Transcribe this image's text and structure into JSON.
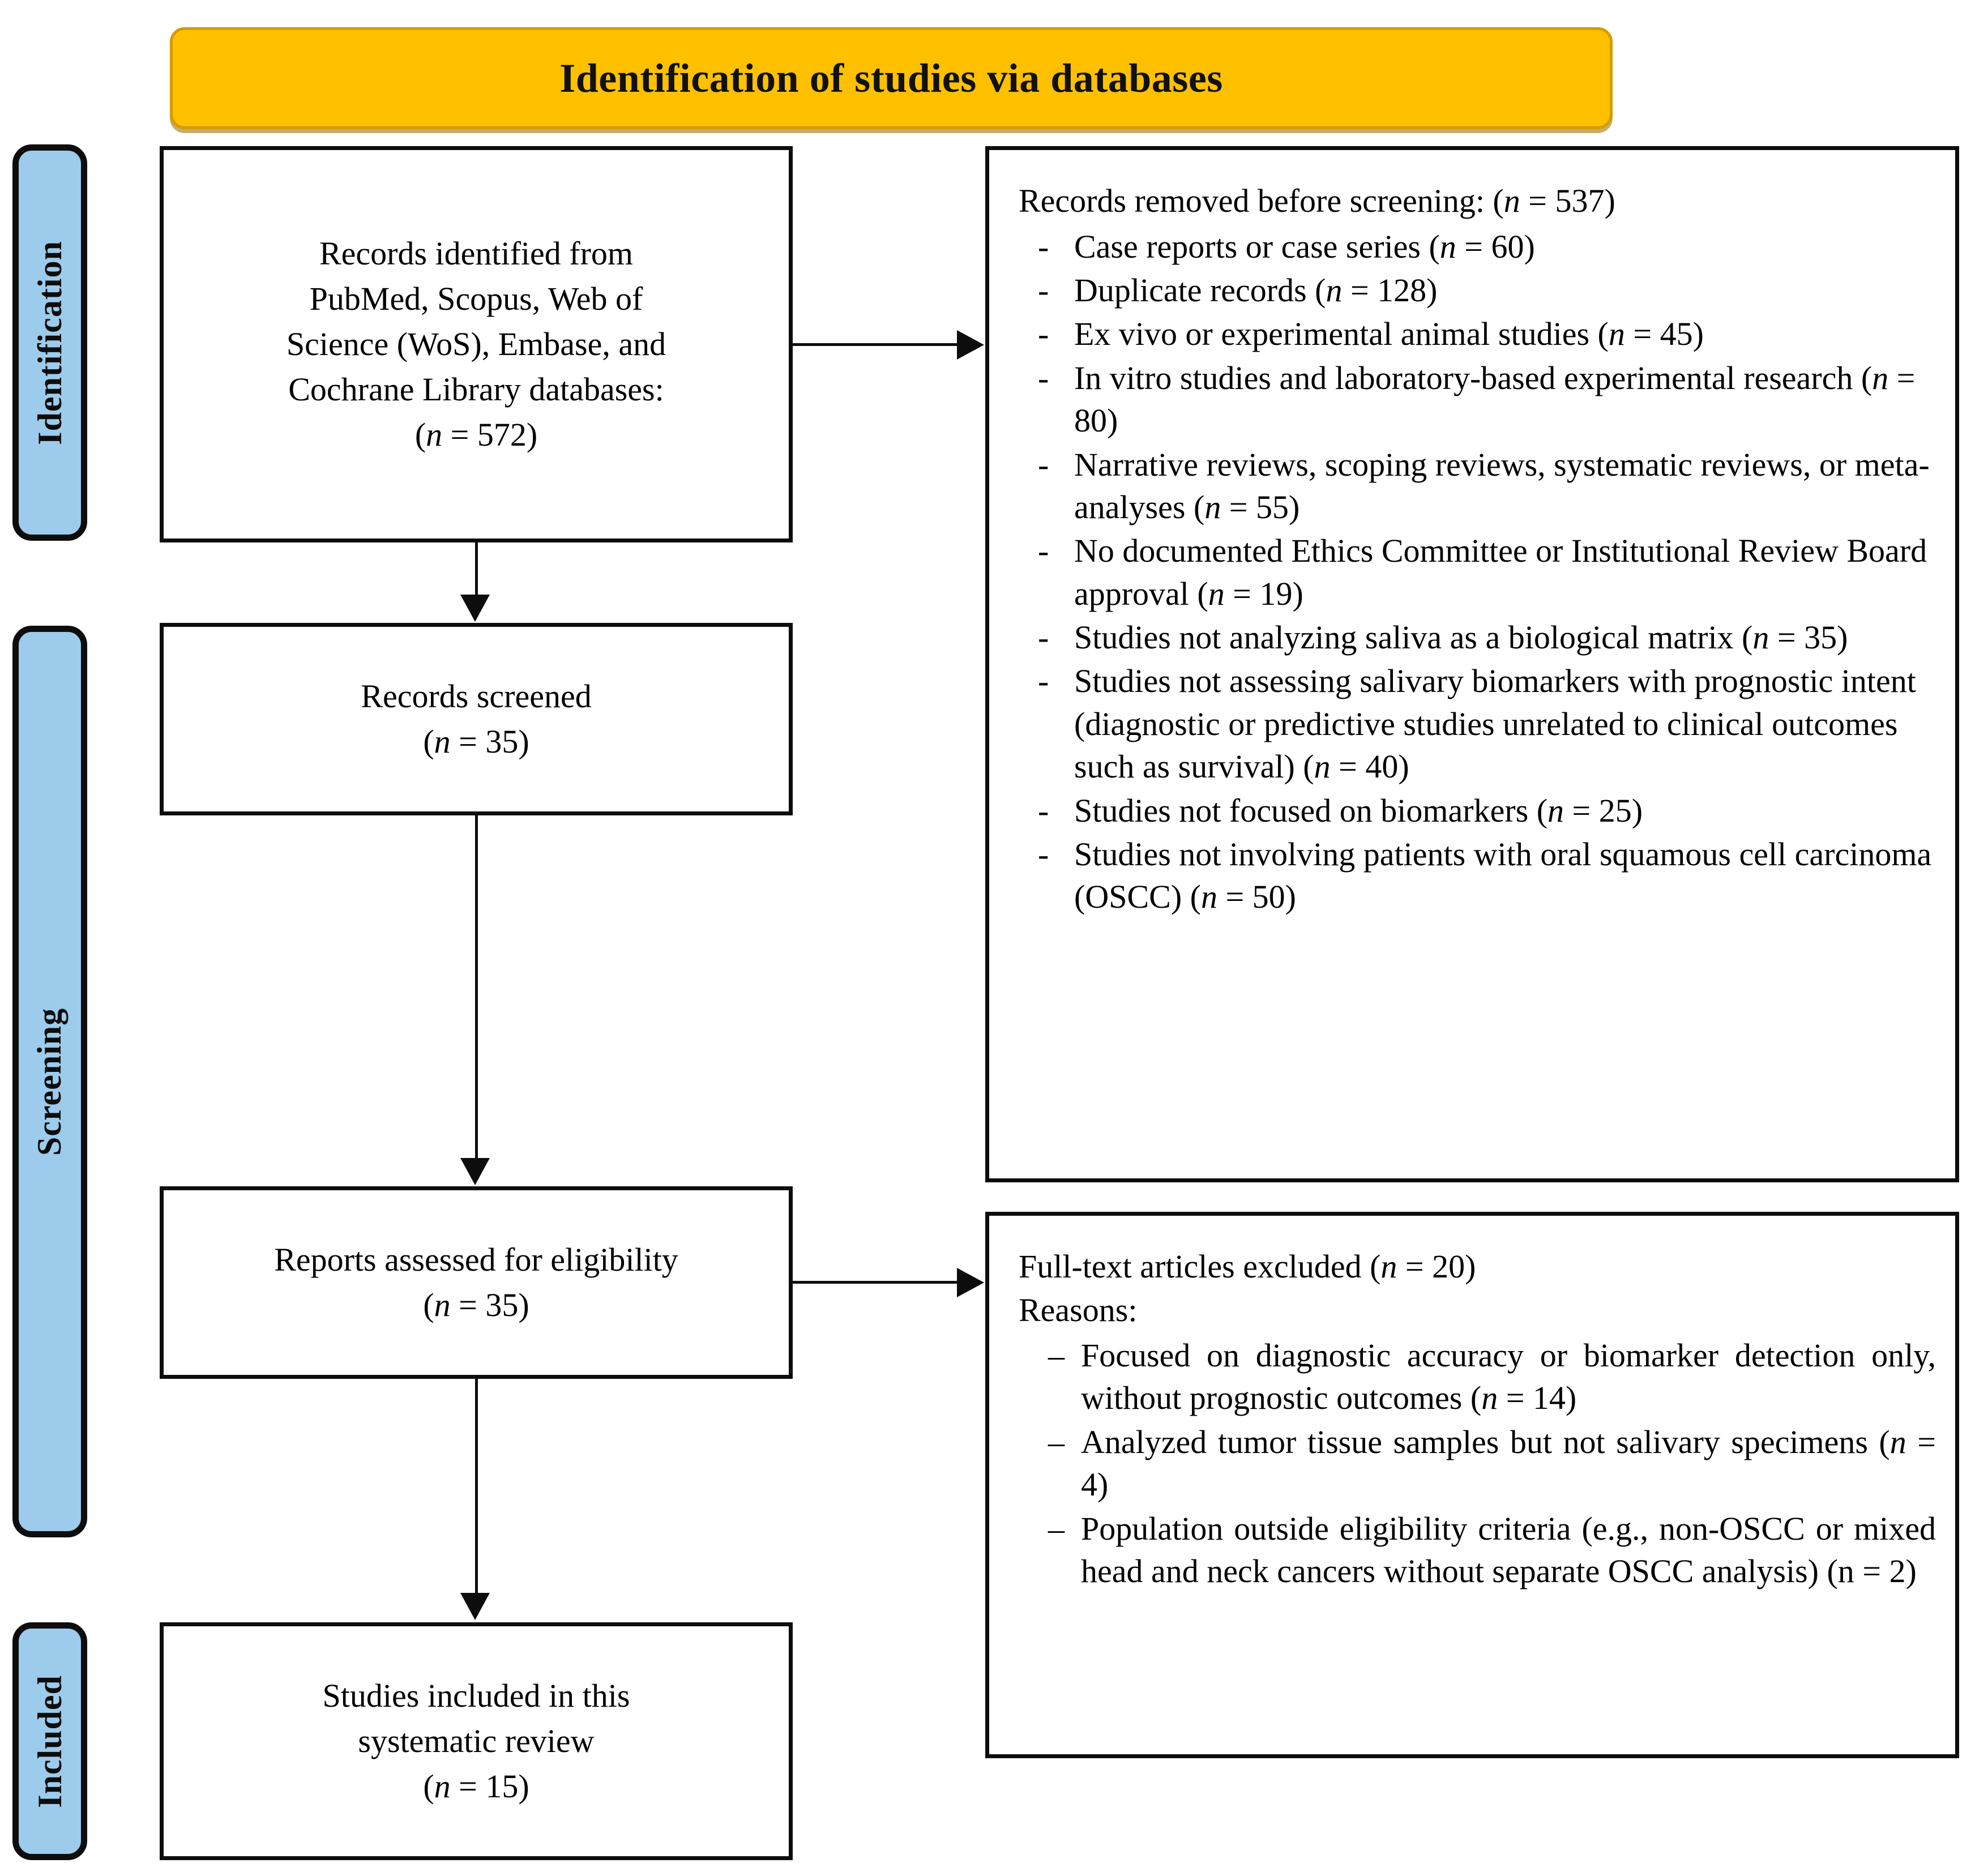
{
  "header": {
    "title": "Identification of studies via databases",
    "bg_color": "#FFC000",
    "border_color": "#D79B00"
  },
  "stages": {
    "identification": "Identification",
    "screening": "Screening",
    "included": "Included",
    "bg_color": "#9DCBEB"
  },
  "boxes": {
    "identified": "Records identified from PubMed, Scopus, Web of Science (WoS), Embase, and Cochrane Library databases: (n = 572)",
    "screened": "Records screened (n = 35)",
    "eligibility": "Reports assessed for eligibility (n = 35)",
    "included": "Studies included in this systematic review (n = 15)"
  },
  "removed_panel": {
    "heading": "Records removed before screening: (n = 537)",
    "bullet_marker": "-",
    "items": [
      "Case reports or case series (n = 60)",
      "Duplicate records (n = 128)",
      "Ex vivo or experimental animal studies (n = 45)",
      "In vitro studies and laboratory-based experimental research (n = 80)",
      "Narrative reviews, scoping reviews, systematic reviews, or meta-analyses (n = 55)",
      "No documented Ethics Committee or Institutional Review Board approval (n = 19)",
      "Studies not analyzing saliva as a biological matrix (n = 35)",
      "Studies not assessing salivary biomarkers with prognostic intent (diagnostic or predictive studies unrelated to clinical outcomes such as survival) (n = 40)",
      "Studies not focused on biomarkers (n = 25)",
      "Studies not involving patients with oral squamous cell carcinoma (OSCC) (n = 50)"
    ]
  },
  "fulltext_panel": {
    "heading_line1": "Full-text articles excluded (n = 20)",
    "heading_line2": "Reasons:",
    "bullet_marker": "–",
    "items": [
      "Focused on diagnostic accuracy or biomarker detection only, without prognostic outcomes (n = 14)",
      "Analyzed tumor tissue samples but not salivary specimens (n = 4)",
      "Population outside eligibility criteria (e.g., non-OSCC or mixed head and neck cancers without separate OSCC analysis) (n = 2)"
    ]
  },
  "chart_data": {
    "type": "diagram",
    "title": "PRISMA 2020 flow diagram",
    "nodes": [
      {
        "id": "identified",
        "label": "Records identified from PubMed, Scopus, Web of Science (WoS), Embase, and Cochrane Library databases",
        "n": 572
      },
      {
        "id": "removed",
        "label": "Records removed before screening",
        "n": 537
      },
      {
        "id": "screened",
        "label": "Records screened",
        "n": 35
      },
      {
        "id": "eligibility",
        "label": "Reports assessed for eligibility",
        "n": 35
      },
      {
        "id": "fulltext",
        "label": "Full-text articles excluded",
        "n": 20
      },
      {
        "id": "included",
        "label": "Studies included in this systematic review",
        "n": 15
      }
    ],
    "removed_breakdown": [
      {
        "reason": "Case reports or case series",
        "n": 60
      },
      {
        "reason": "Duplicate records",
        "n": 128
      },
      {
        "reason": "Ex vivo or experimental animal studies",
        "n": 45
      },
      {
        "reason": "In vitro studies and laboratory-based experimental research",
        "n": 80
      },
      {
        "reason": "Narrative reviews, scoping reviews, systematic reviews, or meta-analyses",
        "n": 55
      },
      {
        "reason": "No documented Ethics Committee or Institutional Review Board approval",
        "n": 19
      },
      {
        "reason": "Studies not analyzing saliva as a biological matrix",
        "n": 35
      },
      {
        "reason": "Studies not assessing salivary biomarkers with prognostic intent (diagnostic or predictive studies unrelated to clinical outcomes such as survival)",
        "n": 40
      },
      {
        "reason": "Studies not focused on biomarkers",
        "n": 25
      },
      {
        "reason": "Studies not involving patients with oral squamous cell carcinoma (OSCC)",
        "n": 50
      }
    ],
    "fulltext_breakdown": [
      {
        "reason": "Focused on diagnostic accuracy or biomarker detection only, without prognostic outcomes",
        "n": 14
      },
      {
        "reason": "Analyzed tumor tissue samples but not salivary specimens",
        "n": 4
      },
      {
        "reason": "Population outside eligibility criteria (e.g., non-OSCC or mixed head and neck cancers without separate OSCC analysis)",
        "n": 2
      }
    ],
    "edges": [
      {
        "from": "identified",
        "to": "screened"
      },
      {
        "from": "identified",
        "to": "removed"
      },
      {
        "from": "screened",
        "to": "eligibility"
      },
      {
        "from": "eligibility",
        "to": "fulltext"
      },
      {
        "from": "eligibility",
        "to": "included"
      }
    ]
  }
}
